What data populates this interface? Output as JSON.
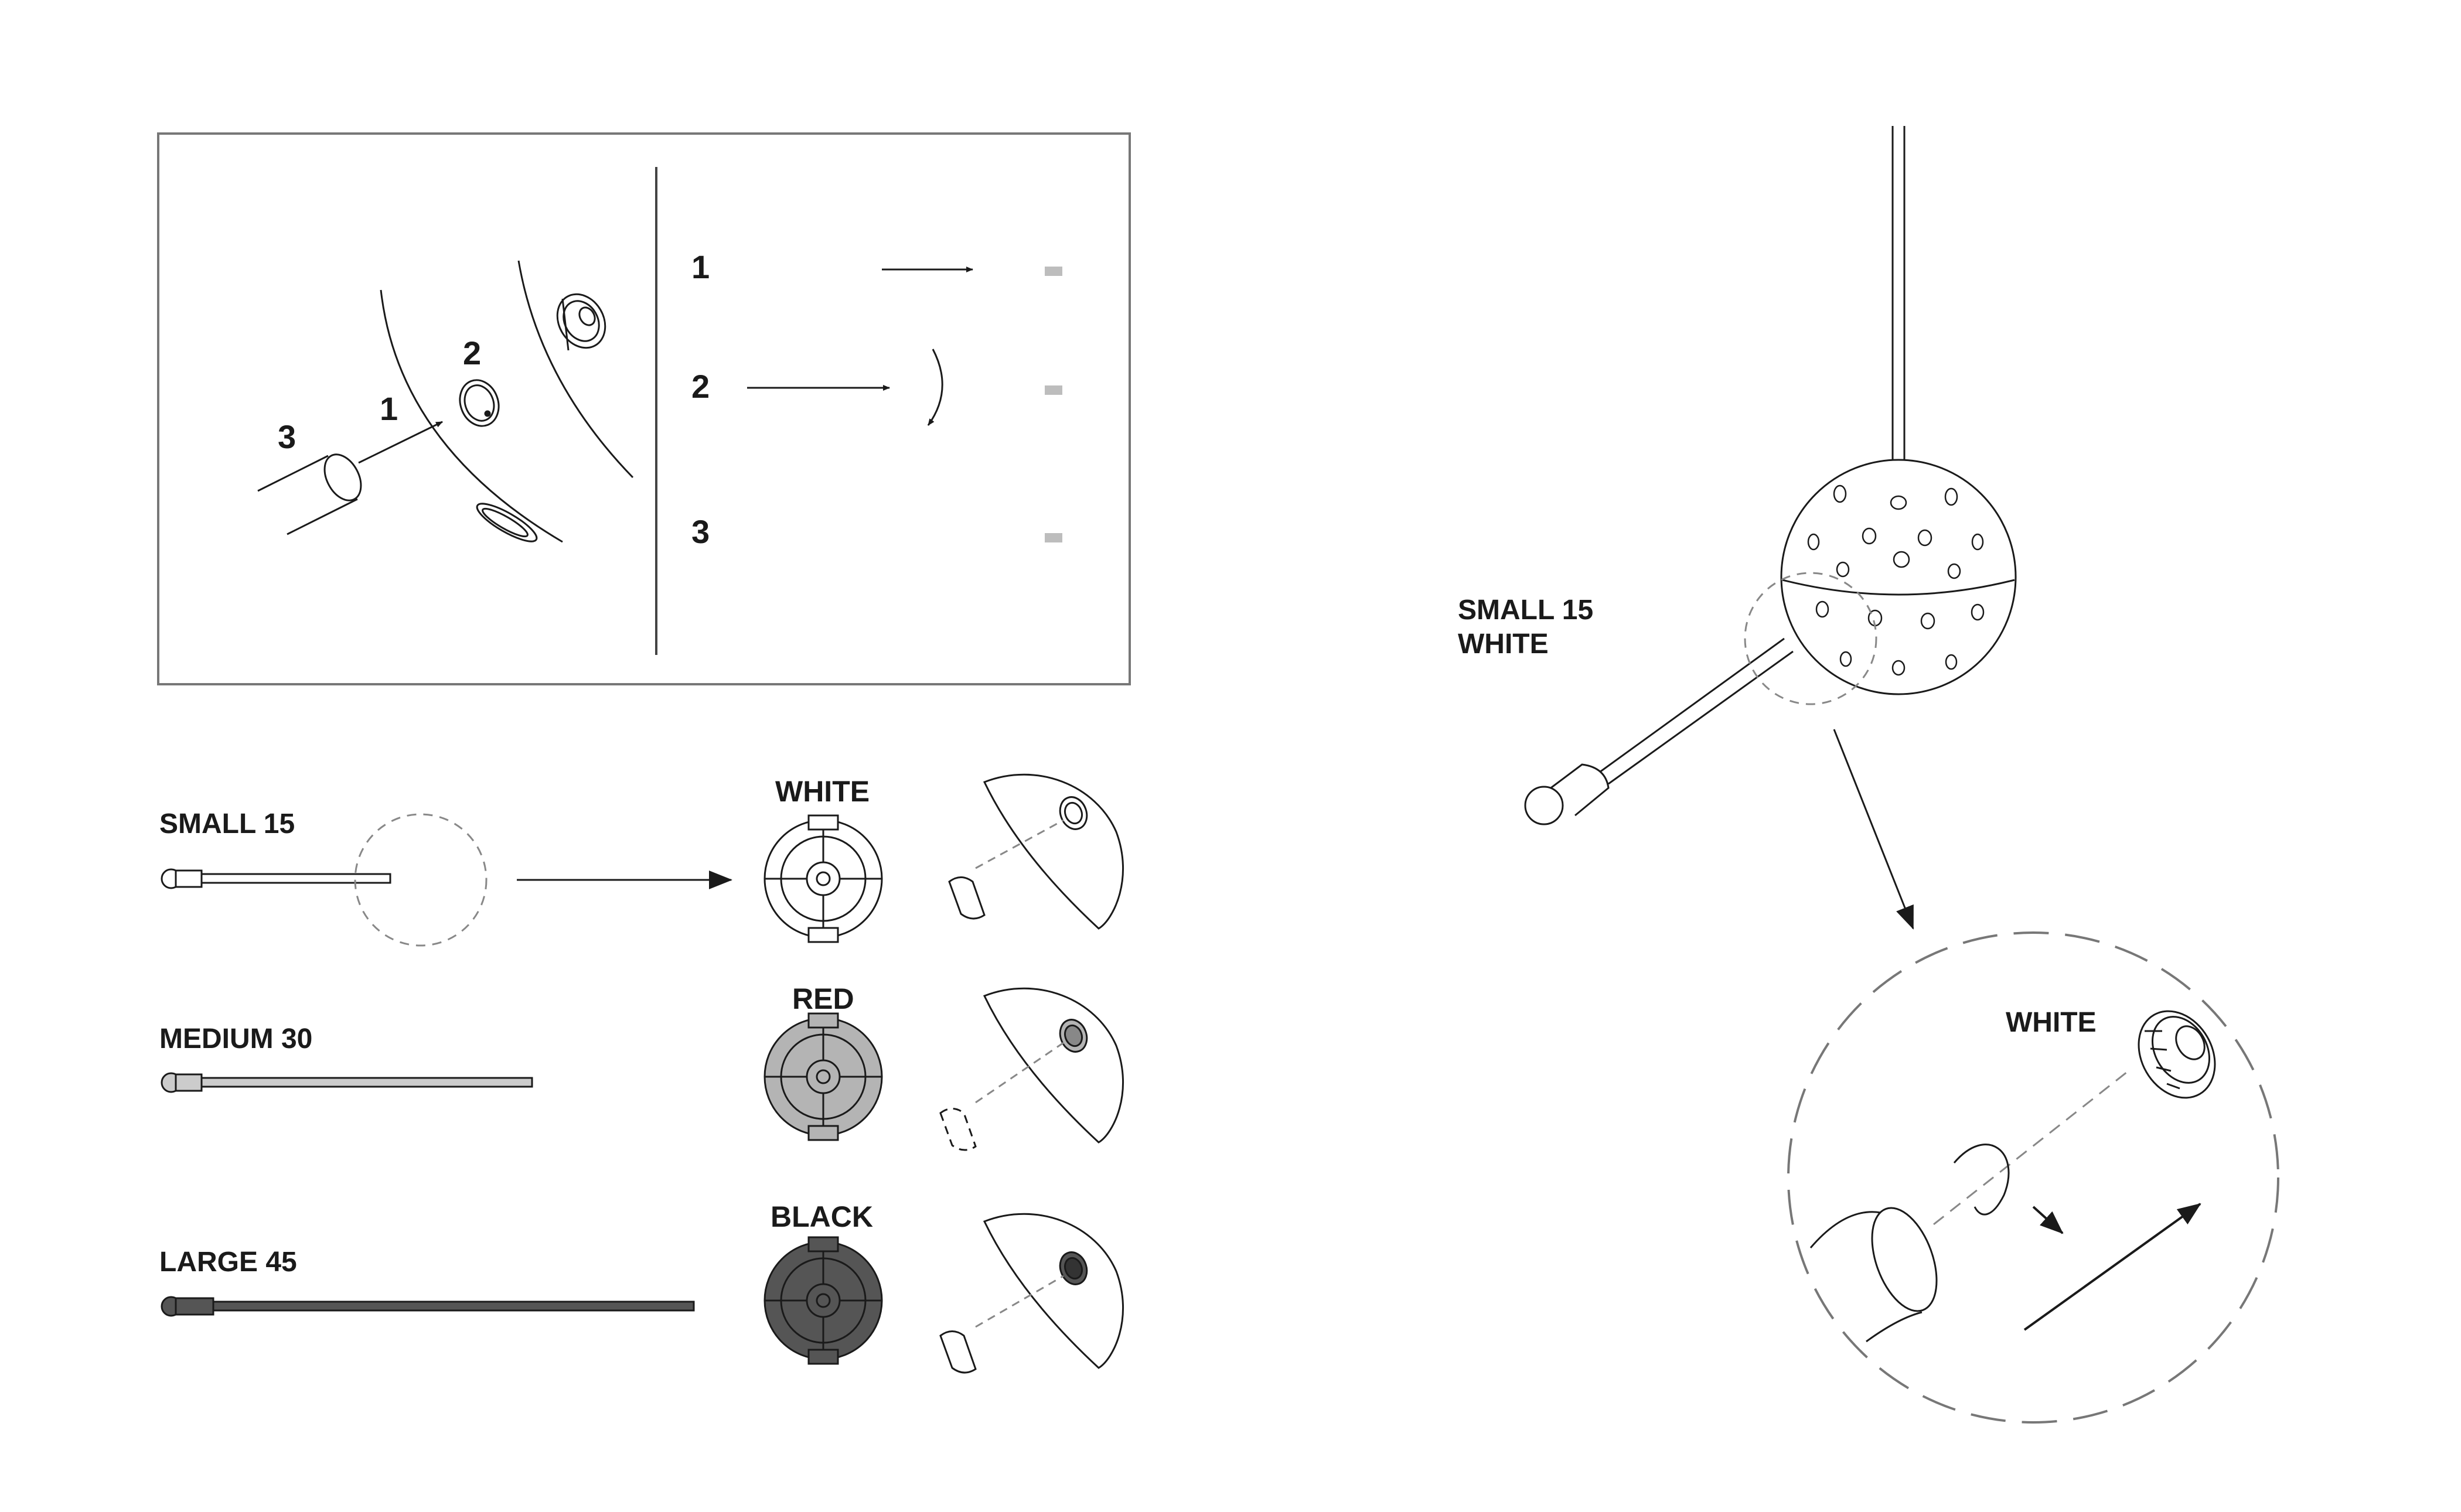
{
  "inset": {
    "callouts": [
      "3",
      "1",
      "2"
    ],
    "steps": [
      "1",
      "2",
      "3"
    ]
  },
  "rods": [
    {
      "label": "SMALL 15",
      "color_label": "WHITE",
      "fill": "#ffffff"
    },
    {
      "label": "MEDIUM 30",
      "color_label": "RED",
      "fill": "#b4b4b4"
    },
    {
      "label": "LARGE 45",
      "color_label": "BLACK",
      "fill": "#555555"
    }
  ],
  "assembly": {
    "rod_label_line1": "SMALL 15",
    "rod_label_line2": "WHITE",
    "detail_label": "WHITE"
  },
  "colors": {
    "line": "#1a1a1a",
    "dash": "#888888",
    "placeholder": "#bdbdbd"
  }
}
